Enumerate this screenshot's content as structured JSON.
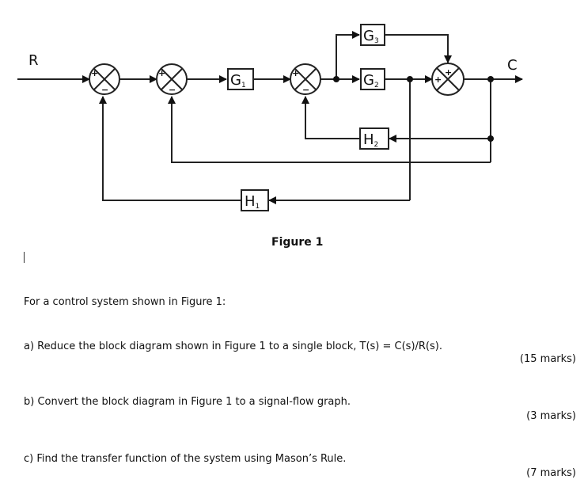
{
  "diagram": {
    "labels": {
      "input": "R",
      "output": "C",
      "g1": "G",
      "g1_sub": "1",
      "g2": "G",
      "g2_sub": "2",
      "g3": "G",
      "g3_sub": "3",
      "h1": "H",
      "h1_sub": "1",
      "h2": "H",
      "h2_sub": "2",
      "plus": "+",
      "minus": "−"
    }
  },
  "figure_caption": "Figure 1",
  "question": {
    "intro": "For a control system shown in Figure 1:",
    "a_text": "a)  Reduce the block diagram shown in Figure 1 to a single block, T(s) = C(s)/R(s).",
    "a_marks": "(15 marks)",
    "b_text": "b)  Convert the block diagram in Figure 1 to a signal-flow graph.",
    "b_marks": "(3 marks)",
    "c_text": "c)  Find the transfer function of the system using Mason’s Rule.",
    "c_marks": "(7 marks)"
  }
}
